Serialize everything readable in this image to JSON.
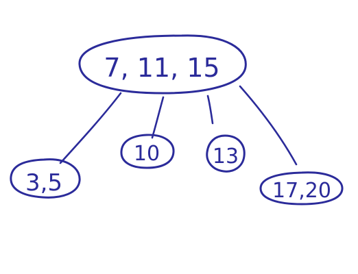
{
  "diagram": {
    "type": "b-tree",
    "ink_color": "#2b2b9a",
    "background": "#ffffff",
    "root": {
      "label": "7, 11, 15"
    },
    "children": [
      {
        "label": "3,5"
      },
      {
        "label": "10"
      },
      {
        "label": "13"
      },
      {
        "label": "17,20"
      }
    ]
  }
}
